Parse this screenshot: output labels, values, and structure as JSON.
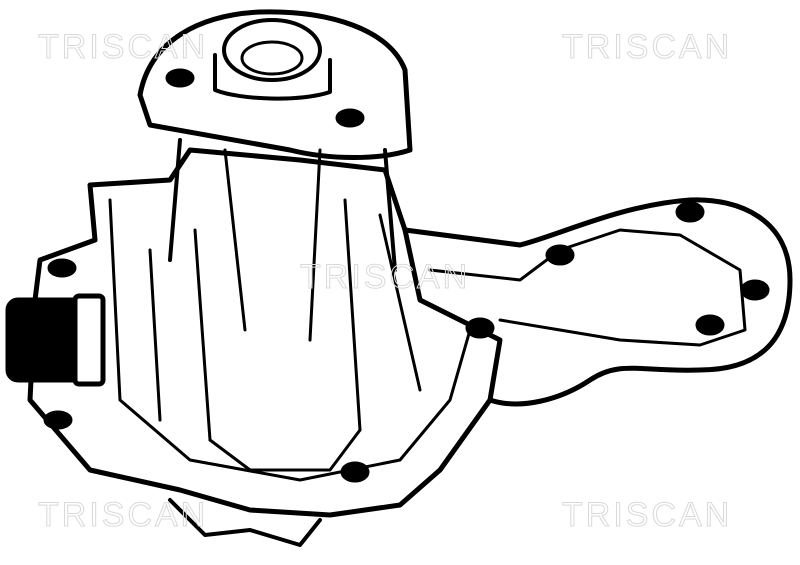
{
  "image": {
    "subject": "water pump technical line drawing",
    "background": "#ffffff",
    "line_color": "#000000",
    "watermark_color": "#d9d9d9"
  },
  "watermarks": [
    {
      "text": "TRISCAN",
      "position": "top-left"
    },
    {
      "text": "TRISCAN",
      "position": "top-right"
    },
    {
      "text": "TRISCAN",
      "position": "center"
    },
    {
      "text": "TRISCAN",
      "position": "bottom-left"
    },
    {
      "text": "TRISCAN",
      "position": "bottom-right"
    }
  ]
}
